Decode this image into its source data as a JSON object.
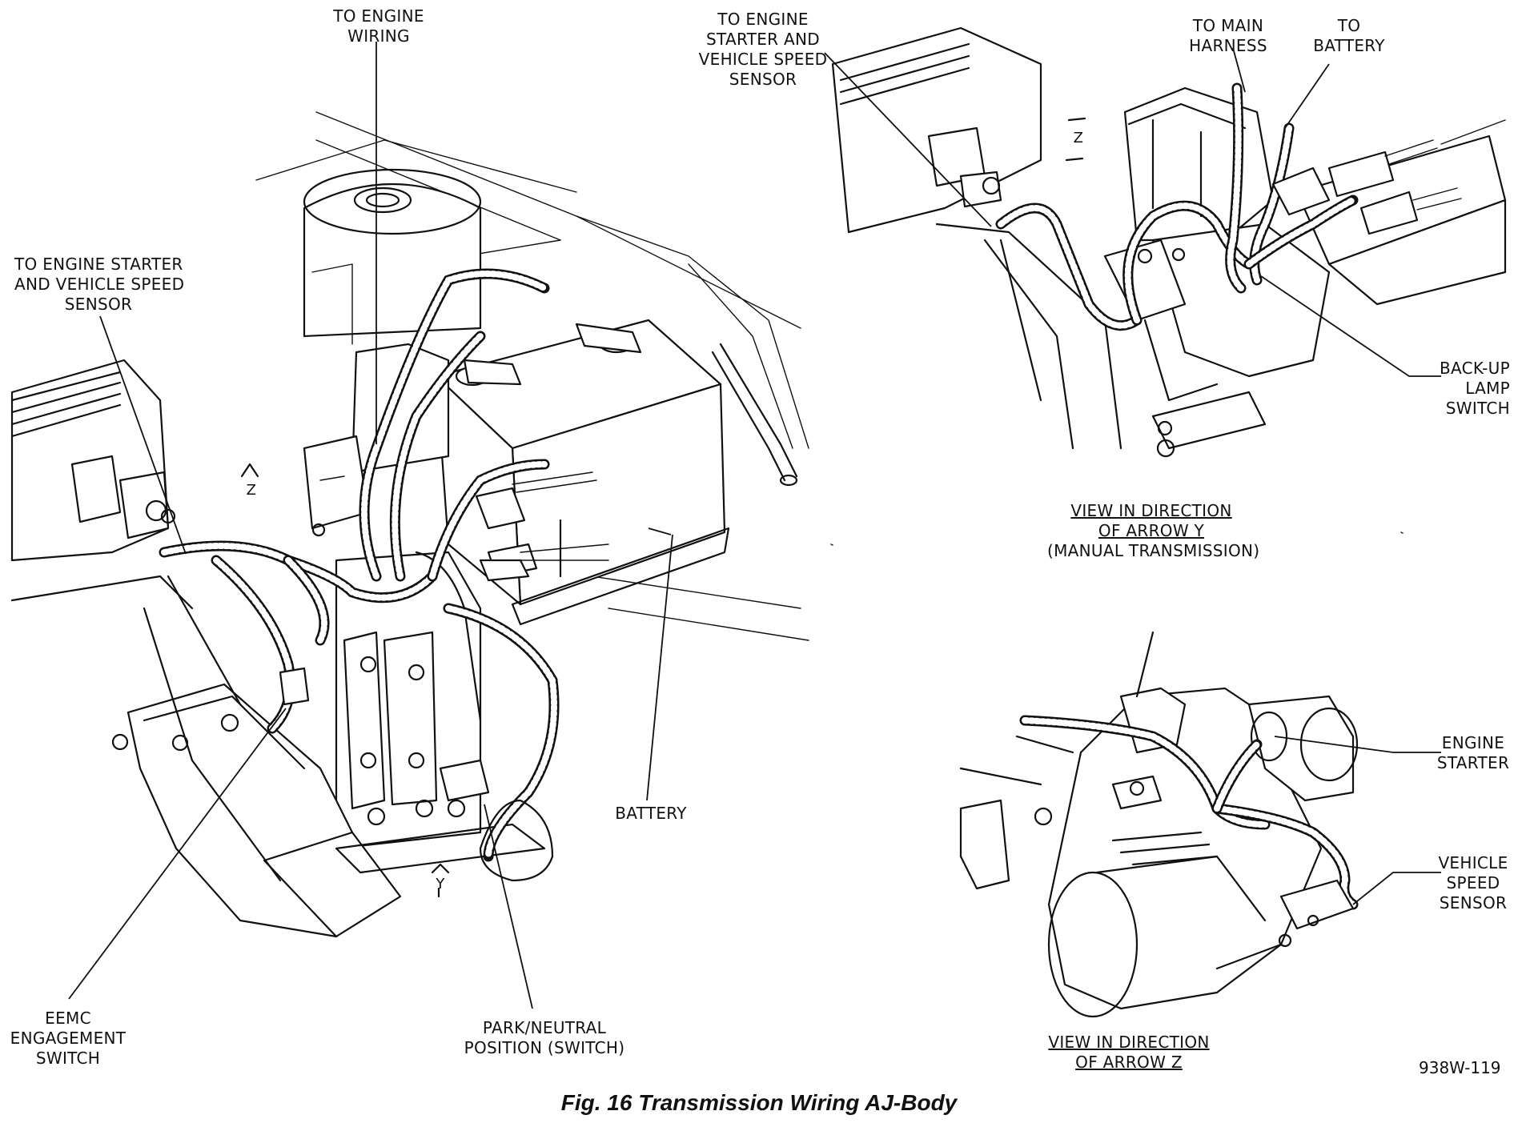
{
  "labels": {
    "to_engine_wiring": [
      "TO ENGINE",
      "WIRING"
    ],
    "to_engine_starter_left": [
      "TO ENGINE STARTER",
      "AND VEHICLE SPEED",
      "SENSOR"
    ],
    "to_engine_starter_top": [
      "TO ENGINE",
      "STARTER AND",
      "VEHICLE SPEED",
      "SENSOR"
    ],
    "to_main_harness": [
      "TO MAIN",
      "HARNESS"
    ],
    "to_battery": [
      "TO",
      "BATTERY"
    ],
    "back_up_lamp_switch": [
      "BACK-UP",
      "LAMP",
      "SWITCH"
    ],
    "view_arrow_y": [
      "VIEW IN DIRECTION",
      "OF ARROW Y",
      "(MANUAL TRANSMISSION)"
    ],
    "battery": "BATTERY",
    "eemc_switch": [
      "EEMC",
      "ENGAGEMENT",
      "SWITCH"
    ],
    "park_neutral": [
      "PARK/NEUTRAL",
      "POSITION (SWITCH)"
    ],
    "engine_starter": [
      "ENGINE",
      "STARTER"
    ],
    "vehicle_speed_sensor": [
      "VEHICLE",
      "SPEED",
      "SENSOR"
    ],
    "view_arrow_z": [
      "VIEW IN DIRECTION",
      "OF ARROW Z"
    ],
    "arrow_y_marker": "Y",
    "arrow_z_marker": "Z",
    "arrow_z_marker_inset": "Z"
  },
  "figure_code": "938W-119",
  "caption": "Fig. 16 Transmission Wiring AJ-Body"
}
